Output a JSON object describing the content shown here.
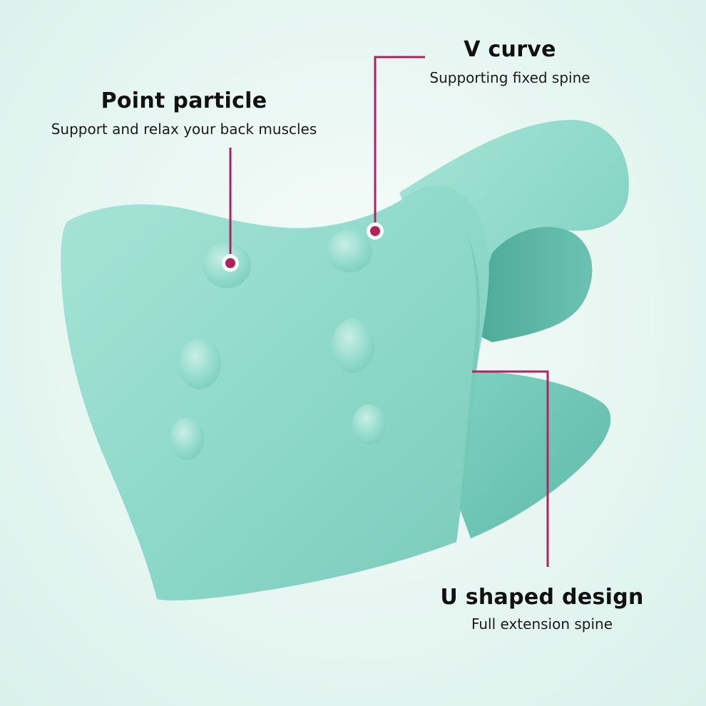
{
  "callouts": {
    "point_particle": {
      "title": "Point particle",
      "subtitle": "Support and relax your back muscles"
    },
    "v_curve": {
      "title": "V curve",
      "subtitle": "Supporting fixed spine"
    },
    "u_shaped": {
      "title": "U shaped design",
      "subtitle": "Full extension spine"
    }
  },
  "colors": {
    "product": "#8fdacb",
    "product_shadow": "#6cc4b3",
    "leader_line": "#b0235e",
    "background": "#e8f6f2"
  }
}
